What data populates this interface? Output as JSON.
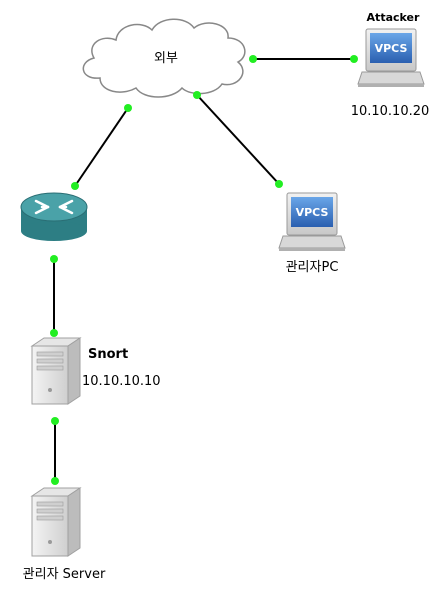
{
  "nodes": {
    "cloud": {
      "label": "외부"
    },
    "attacker": {
      "name": "Attacker",
      "screen_text": "VPCS",
      "ip": "10.10.10.20"
    },
    "admin_pc": {
      "name": "관리자PC",
      "screen_text": "VPCS"
    },
    "router": {
      "label": ""
    },
    "snort": {
      "name": "Snort",
      "ip": "10.10.10.10"
    },
    "admin_server": {
      "name": "관리자 Server"
    }
  },
  "colors": {
    "link": "#000000",
    "port": "#22ee22",
    "router_top": "#4aa2a8",
    "router_body": "#2d7e84",
    "screen": "#3a78c8",
    "cloud_stroke": "#888888"
  }
}
